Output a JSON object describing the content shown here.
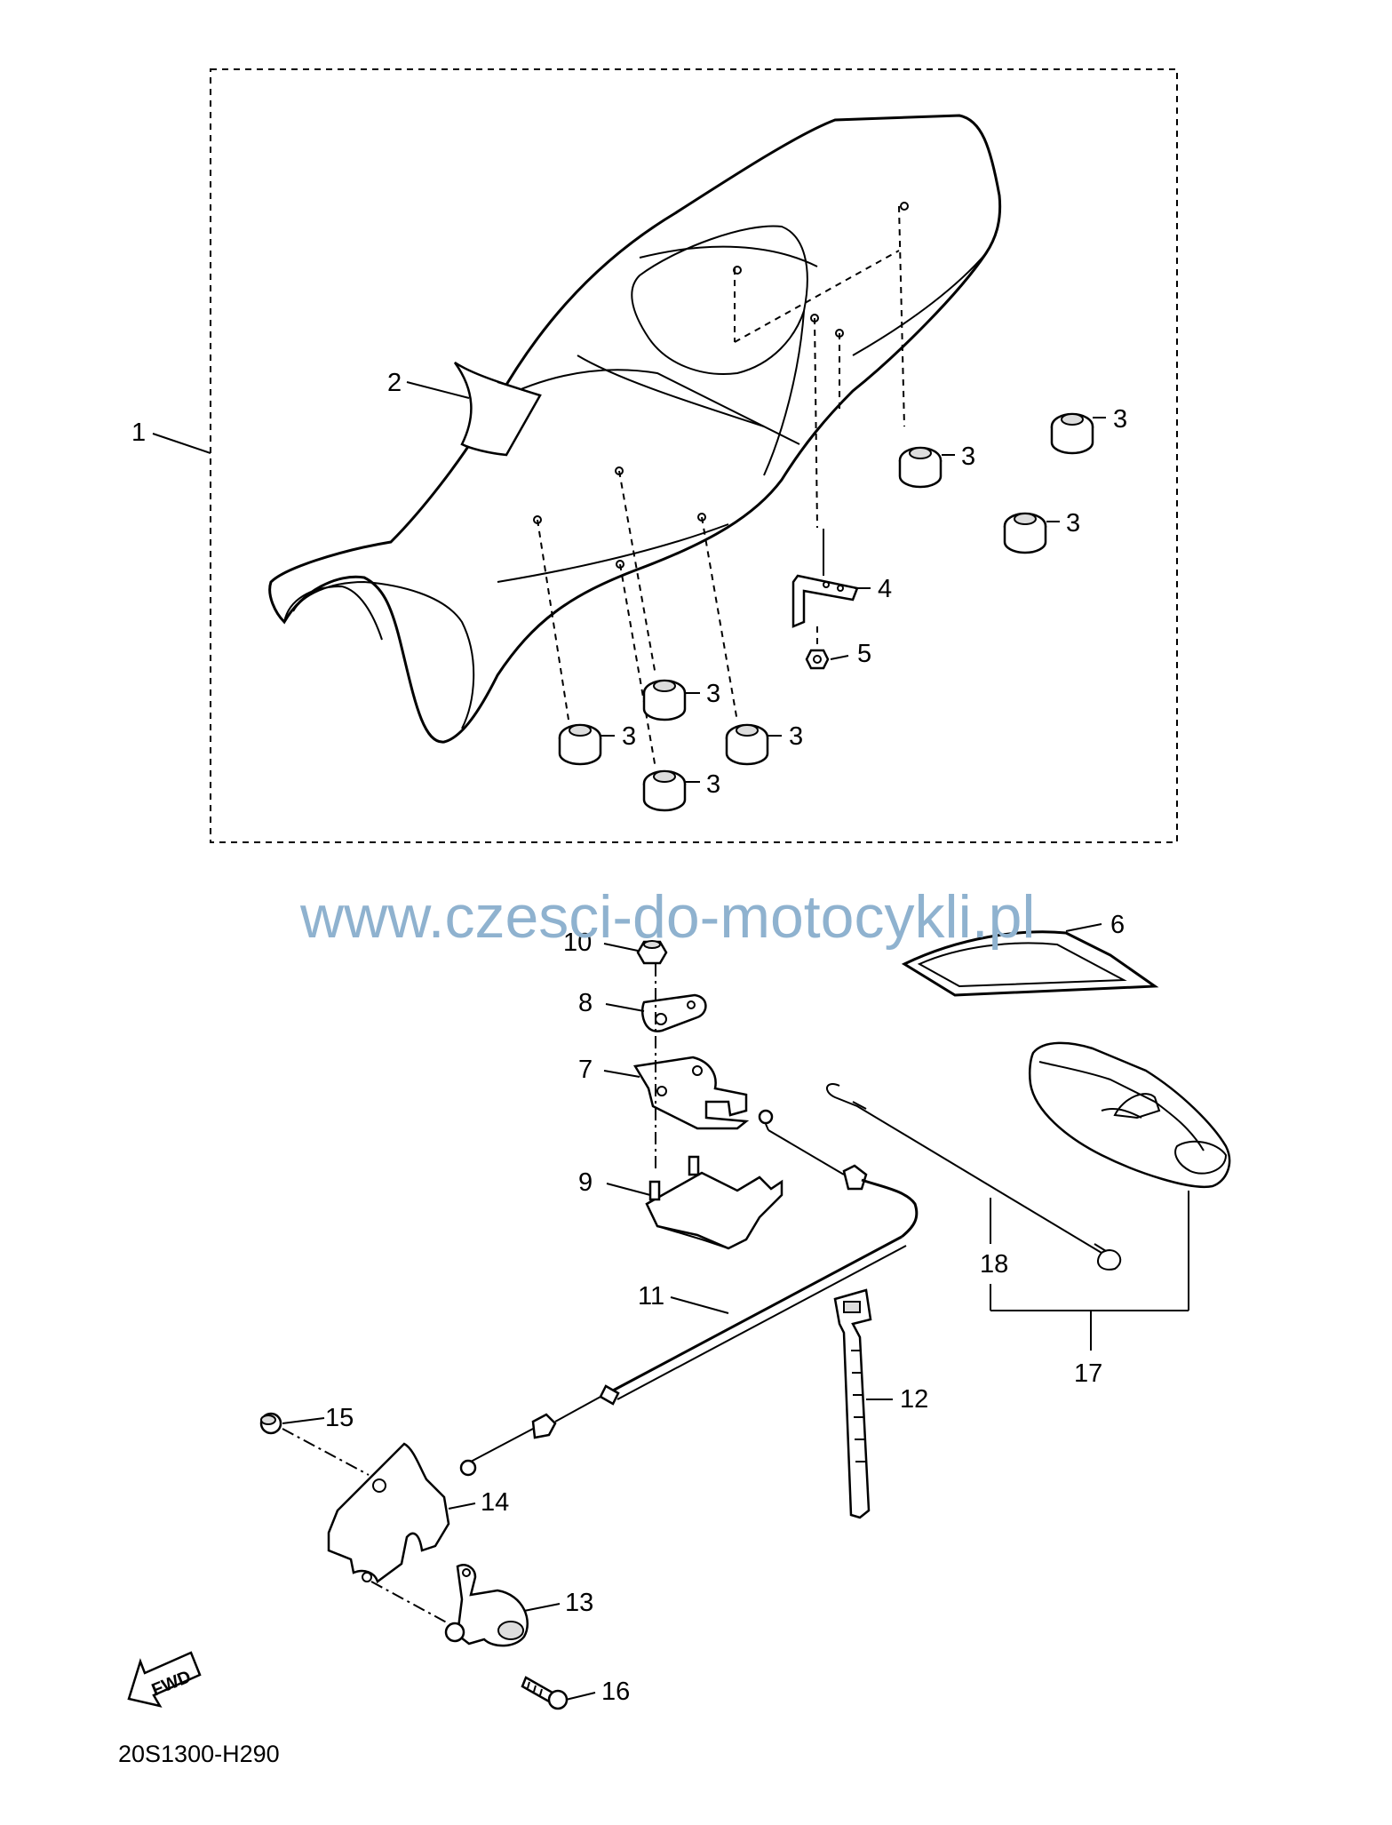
{
  "watermark": "www.czesci-do-motocykli.pl",
  "diagram_code": "20S1300-H290",
  "fwd_label": "FWD",
  "callouts": {
    "c1": "1",
    "c2": "2",
    "c3a": "3",
    "c3b": "3",
    "c3c": "3",
    "c3d": "3",
    "c3e": "3",
    "c3f": "3",
    "c3g": "3",
    "c4": "4",
    "c5": "5",
    "c6": "6",
    "c7": "7",
    "c8": "8",
    "c9": "9",
    "c10": "10",
    "c11": "11",
    "c12": "12",
    "c13": "13",
    "c14": "14",
    "c15": "15",
    "c16": "16",
    "c17": "17",
    "c18": "18"
  }
}
